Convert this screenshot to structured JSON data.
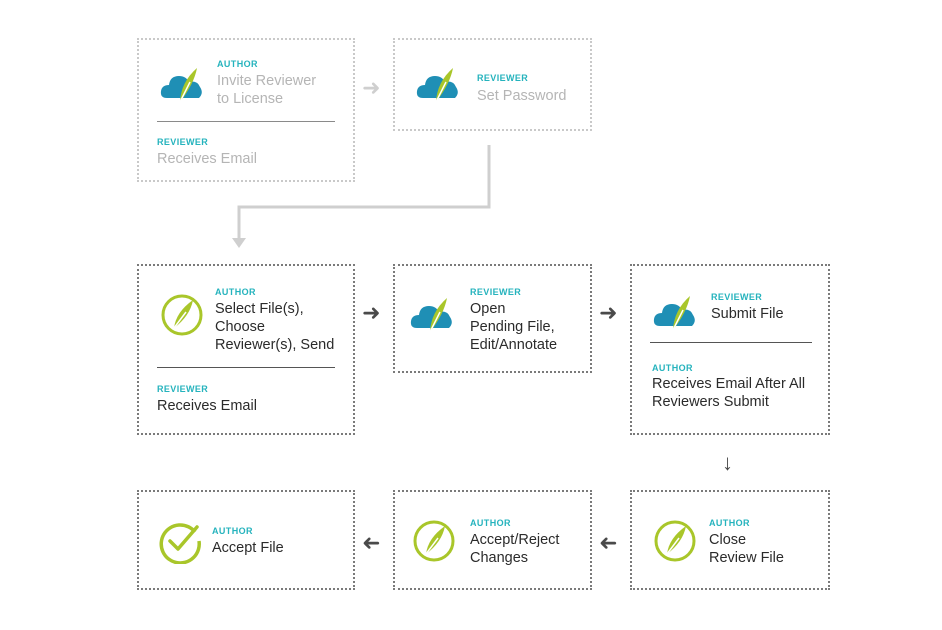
{
  "steps": [
    {
      "role": "AUTHOR",
      "text": "Invite Reviewer\nto License",
      "sub_role": "REVIEWER",
      "sub_text": "Receives Email"
    },
    {
      "role": "REVIEWER",
      "text": "Set Password"
    },
    {
      "role": "AUTHOR",
      "text": "Select File(s),\nChoose\nReviewer(s), Send",
      "sub_role": "REVIEWER",
      "sub_text": "Receives Email"
    },
    {
      "role": "REVIEWER",
      "text": "Open\nPending File,\nEdit/Annotate"
    },
    {
      "role": "REVIEWER",
      "text": "Submit File",
      "sub_role": "AUTHOR",
      "sub_text": "Receives Email After All\nReviewers Submit"
    },
    {
      "role": "AUTHOR",
      "text": "Close\nReview File"
    },
    {
      "role": "AUTHOR",
      "text": "Accept/Reject\nChanges"
    },
    {
      "role": "AUTHOR",
      "text": "Accept File"
    }
  ],
  "icons": {
    "cloud": "cloud-quill-icon",
    "circle": "quill-circle-icon",
    "check": "check-circle-icon"
  },
  "colors": {
    "teal": "#25b3bd",
    "cloud_blue": "#1f8fb5",
    "lime": "#a9c62a",
    "faded_border": "#c9c9c9",
    "text_faded": "#b5b5b5"
  }
}
